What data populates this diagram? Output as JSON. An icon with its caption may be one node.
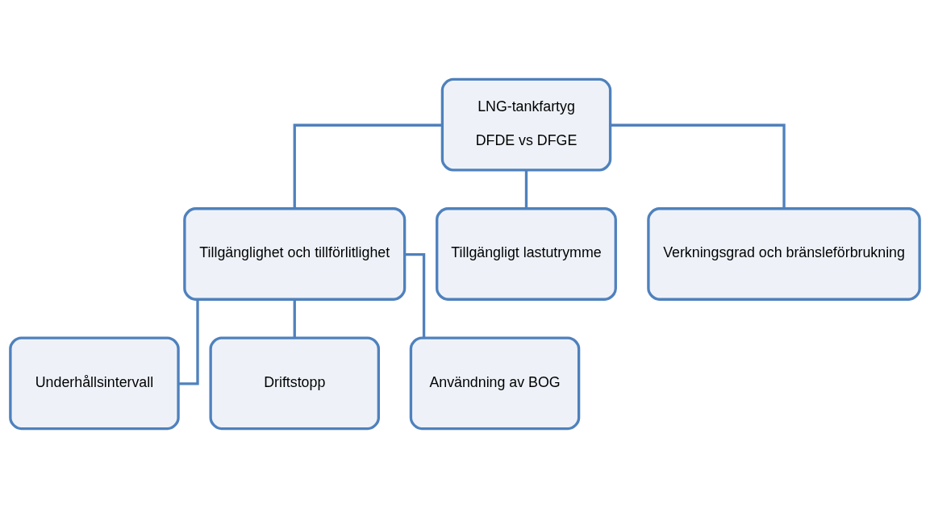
{
  "diagram": {
    "nodes": [
      {
        "text": [
          "LNG-tankfartyg",
          "DFDE vs DFGE"
        ]
      },
      {
        "text": [
          "Tillgänglighet och tillförlitlighet"
        ]
      },
      {
        "text": [
          "Tillgängligt lastutrymme"
        ]
      },
      {
        "text": [
          "Verkningsgrad och bränsleförbrukning"
        ]
      },
      {
        "text": [
          "Underhållsintervall"
        ]
      },
      {
        "text": [
          "Driftstopp"
        ]
      },
      {
        "text": [
          "Användning av BOG"
        ]
      }
    ],
    "edges": [
      {
        "from": 0,
        "to": 1,
        "arrow": "none"
      },
      {
        "from": 0,
        "to": 2,
        "arrow": "none"
      },
      {
        "from": 0,
        "to": 3,
        "arrow": "none"
      },
      {
        "from": 1,
        "to": 4,
        "arrow": "none"
      },
      {
        "from": 1,
        "to": 5,
        "arrow": "none"
      },
      {
        "from": 1,
        "to": 6,
        "arrow": "none"
      }
    ]
  }
}
